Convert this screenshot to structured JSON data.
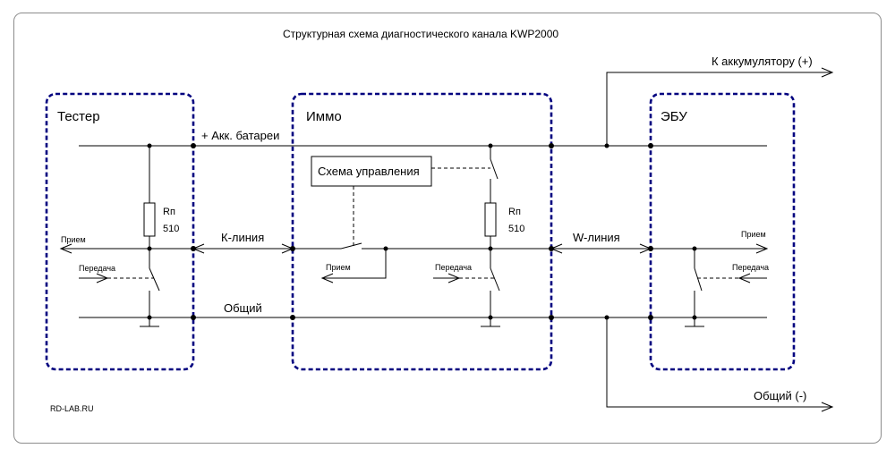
{
  "title": "Структурная схема диагностического канала KWP2000",
  "blocks": {
    "tester": "Тестер",
    "immo": "Иммо",
    "ecu": "ЭБУ"
  },
  "lines": {
    "battery_plus": "+ Акк. батареи",
    "k_line": "К-линия",
    "w_line": "W-линия",
    "common": "Общий"
  },
  "external": {
    "to_battery": "К аккумулятору (+)",
    "common_minus": "Общий (-)"
  },
  "control_circuit": "Схема управления",
  "signals": {
    "receive": "Прием",
    "transmit": "Передача"
  },
  "resistor": {
    "name": "Rп",
    "value": "510"
  },
  "site": "RD-LAB.RU",
  "colors": {
    "block_border": "#00007f",
    "wire": "#000000",
    "frame": "#8c8c8c"
  }
}
